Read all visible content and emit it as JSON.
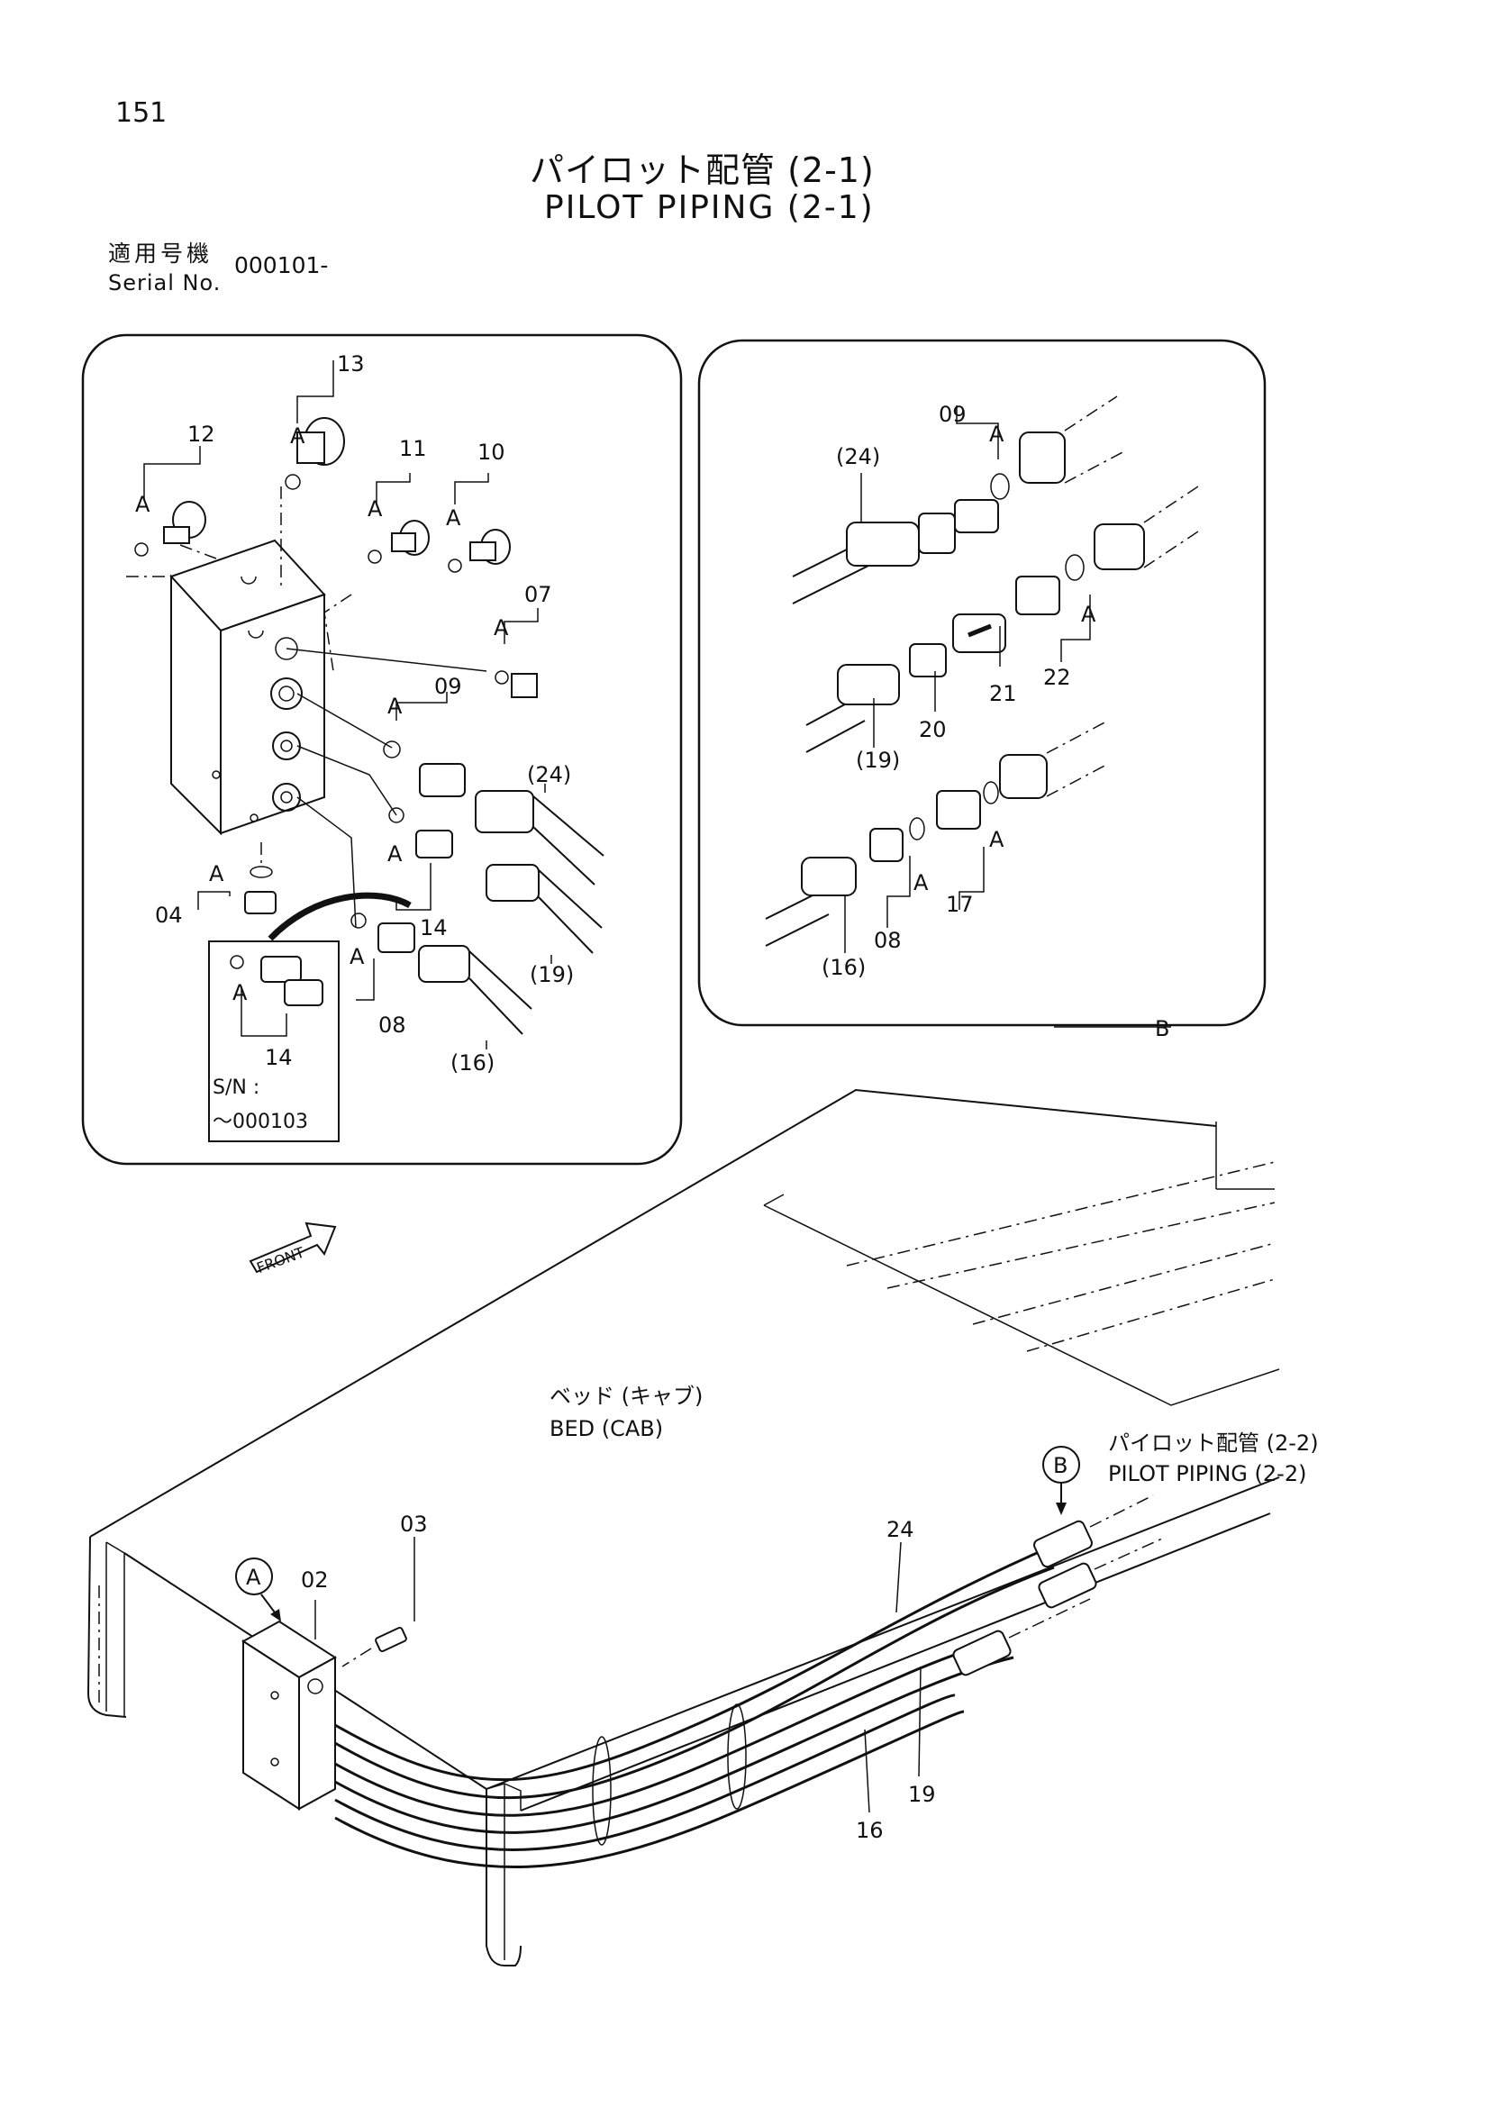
{
  "page_number": "151",
  "title_jp": "パイロット配管 (2-1)",
  "title_en": "PILOT PIPING (2-1)",
  "serial": {
    "label_jp": "適用号機",
    "label_en": "Serial No.",
    "value": "000101-"
  },
  "inset_left": {
    "callouts": {
      "p13": "13",
      "p12": "12",
      "p11": "11",
      "p10": "10",
      "p07": "07",
      "p09": "09",
      "p24": "(24)",
      "p14": "14",
      "p19": "(19)",
      "p08": "08",
      "p16": "(16)",
      "p04": "04",
      "p14b": "14"
    },
    "sn_label": "S/N :",
    "sn_value": "～000103",
    "detail_letter": "A"
  },
  "inset_right": {
    "callouts": {
      "p09": "09",
      "p24": "(24)",
      "p21": "21",
      "p22": "22",
      "p20": "20",
      "p19": "(19)",
      "p17": "17",
      "p08": "08",
      "p16": "(16)"
    },
    "detail_letter": "A",
    "ref_letter": "B"
  },
  "main": {
    "front_label": "FRONT",
    "bed_jp": "ベッド (キャブ)",
    "bed_en": "BED (CAB)",
    "pilot_jp": "パイロット配管 (2-2)",
    "pilot_en": "PILOT PIPING (2-2)",
    "callouts": {
      "p03": "03",
      "p02": "02",
      "p24": "24",
      "p19": "19",
      "p16": "16"
    },
    "marker_a": "A",
    "marker_b": "B"
  }
}
